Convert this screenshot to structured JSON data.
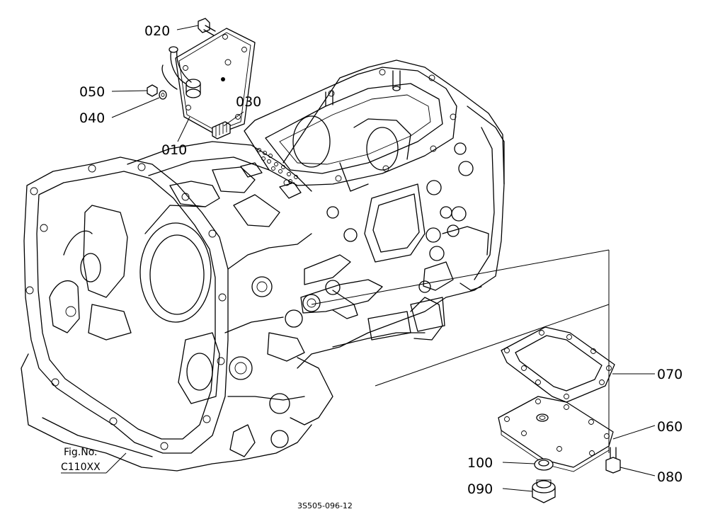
{
  "labels": {
    "p010": "010",
    "p020": "020",
    "p030": "030",
    "p040": "040",
    "p050": "050",
    "p060": "060",
    "p070": "070",
    "p080": "080",
    "p090": "090",
    "p100": "100"
  },
  "figure": {
    "line1": "Fig.No.",
    "line2": "C110XX"
  },
  "drawing_code": "3S505-096-12"
}
